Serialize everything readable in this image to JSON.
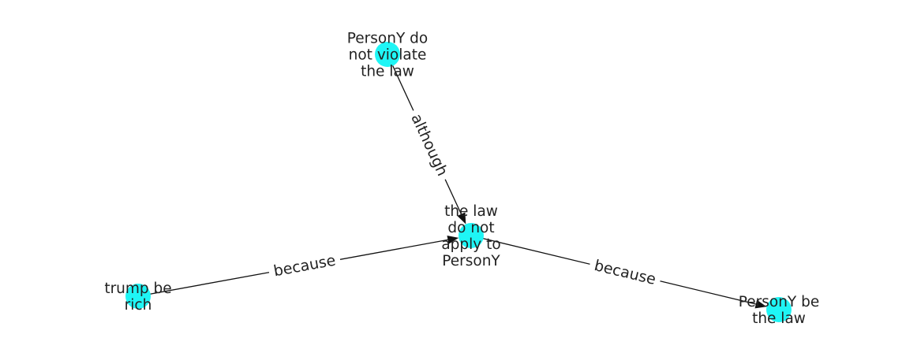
{
  "graph": {
    "node_color": "#1ff5f5",
    "edge_color": "#111111",
    "nodes": [
      {
        "id": "center",
        "lines": [
          "the law",
          "do not",
          "apply to",
          "PersonY"
        ]
      },
      {
        "id": "top",
        "lines": [
          "PersonY do",
          "not violate",
          "the law"
        ]
      },
      {
        "id": "left",
        "lines": [
          "trump be",
          "rich"
        ]
      },
      {
        "id": "right",
        "lines": [
          "PersonY be",
          "the law"
        ]
      }
    ],
    "edges": [
      {
        "from": "top",
        "to": "center",
        "label": "although"
      },
      {
        "from": "left",
        "to": "center",
        "label": "because"
      },
      {
        "from": "center",
        "to": "right",
        "label": "because"
      }
    ]
  }
}
